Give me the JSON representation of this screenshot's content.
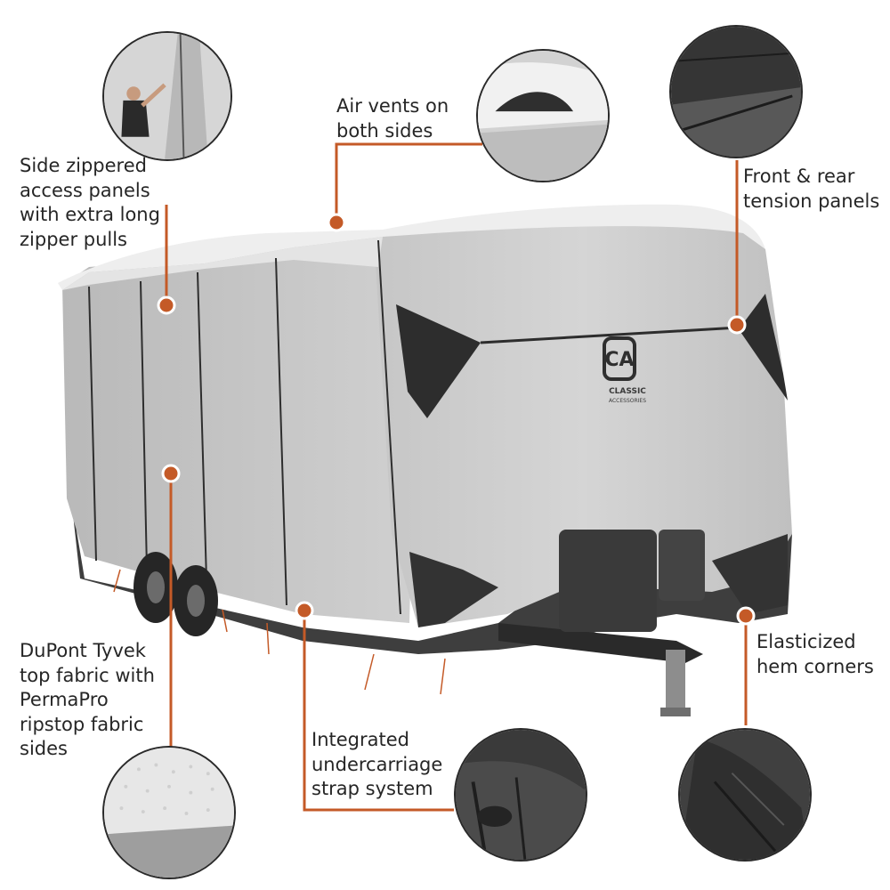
{
  "colors": {
    "accent": "#c45a27",
    "cover_light": "#c9c9c9",
    "cover_top": "#eeeeee",
    "cover_dark": "#3c3c3c",
    "text": "#262626"
  },
  "callouts": {
    "side_zipper": {
      "lines": [
        "Side zippered",
        "access panels",
        "with extra long",
        "zipper pulls"
      ]
    },
    "air_vents": {
      "lines": [
        "Air vents on",
        "both sides"
      ]
    },
    "tension": {
      "lines": [
        "Front & rear",
        "tension panels"
      ]
    },
    "fabric": {
      "lines": [
        "DuPont Tyvek",
        "top fabric with",
        "PermaPro",
        "ripstop fabric",
        "sides"
      ]
    },
    "straps": {
      "lines": [
        "Integrated",
        "undercarriage",
        "strap system"
      ]
    },
    "hem": {
      "lines": [
        "Elasticized",
        "hem corners"
      ]
    }
  },
  "logo": {
    "letters": "CA",
    "brand": "CLASSIC",
    "sub": "ACCESSORIES"
  },
  "icons": [
    "zipper-detail-icon",
    "air-vent-detail-icon",
    "tension-panel-detail-icon",
    "fabric-detail-icon",
    "strap-detail-icon",
    "hem-corner-detail-icon"
  ]
}
